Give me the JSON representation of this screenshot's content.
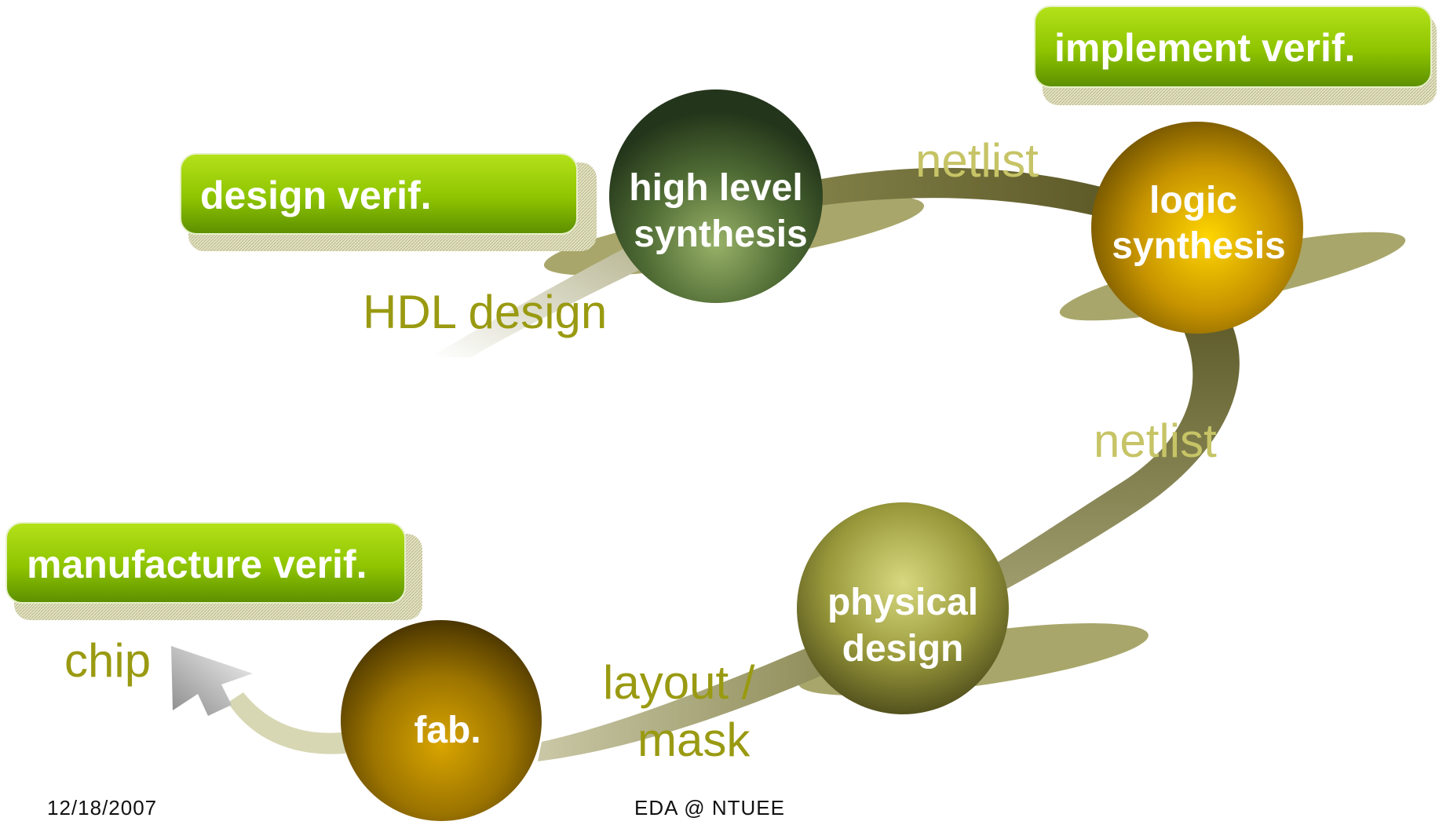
{
  "verification_boxes": {
    "design": "design verif.",
    "implement": "implement verif.",
    "manufacture": "manufacture verif."
  },
  "stages": {
    "high_level_synthesis": [
      "high level",
      "synthesis"
    ],
    "logic_synthesis": [
      "logic",
      "synthesis"
    ],
    "physical_design": [
      "physical",
      "design"
    ],
    "fab": [
      "fab."
    ]
  },
  "flow_labels": {
    "hdl_design": "HDL design",
    "netlist_top": "netlist",
    "netlist_right": "netlist",
    "layout_mask": [
      "layout /",
      "mask"
    ],
    "chip": "chip"
  },
  "footer": {
    "date": "12/18/2007",
    "center": "EDA @ NTUEE"
  },
  "colors": {
    "box_green": "#8fc400",
    "label_olive": "#9a9a12",
    "label_light": "#c6c466",
    "path_olive": "#6e6a2e"
  }
}
